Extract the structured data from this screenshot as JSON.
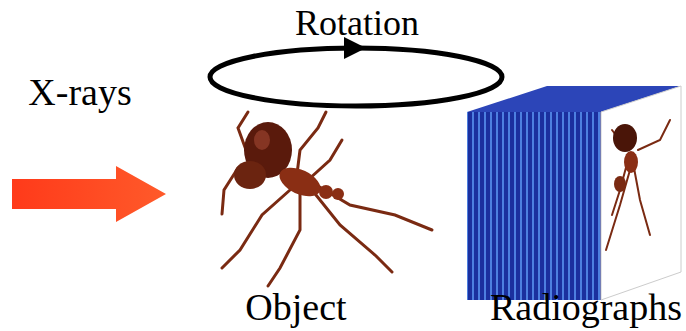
{
  "diagram": {
    "labels": [
      "Rotation",
      "X-rays",
      "Object",
      "Radiographs"
    ]
  }
}
